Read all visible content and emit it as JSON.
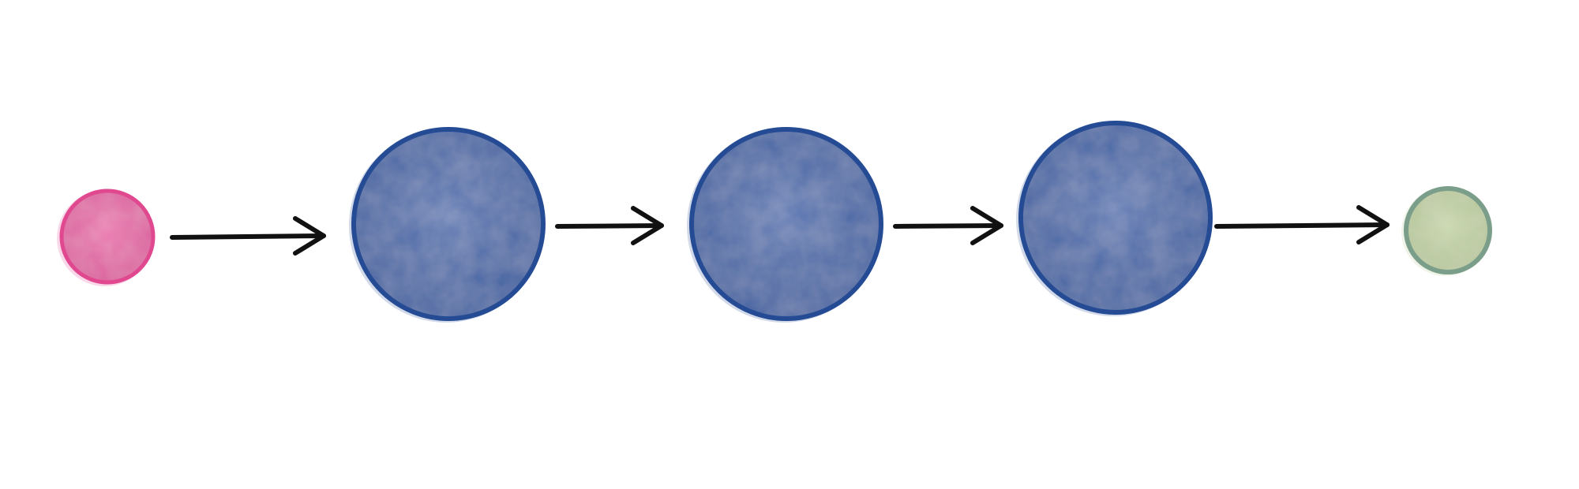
{
  "diagram": {
    "type": "linear-flow",
    "nodes": [
      {
        "id": "input",
        "role": "start",
        "fill": "#e968a8",
        "stroke": "#e0488f"
      },
      {
        "id": "hidden-1",
        "role": "intermediate",
        "fill": "#4a6aac",
        "stroke": "#244b94"
      },
      {
        "id": "hidden-2",
        "role": "intermediate",
        "fill": "#4a6aac",
        "stroke": "#244b94"
      },
      {
        "id": "hidden-3",
        "role": "intermediate",
        "fill": "#4a6aac",
        "stroke": "#244b94"
      },
      {
        "id": "output",
        "role": "end",
        "fill": "#c3d3a4",
        "stroke": "#7a9e89"
      }
    ],
    "edges": [
      {
        "from": "input",
        "to": "hidden-1"
      },
      {
        "from": "hidden-1",
        "to": "hidden-2"
      },
      {
        "from": "hidden-2",
        "to": "hidden-3"
      },
      {
        "from": "hidden-3",
        "to": "output"
      }
    ],
    "arrow_color": "#111111",
    "background": "#ffffff"
  }
}
